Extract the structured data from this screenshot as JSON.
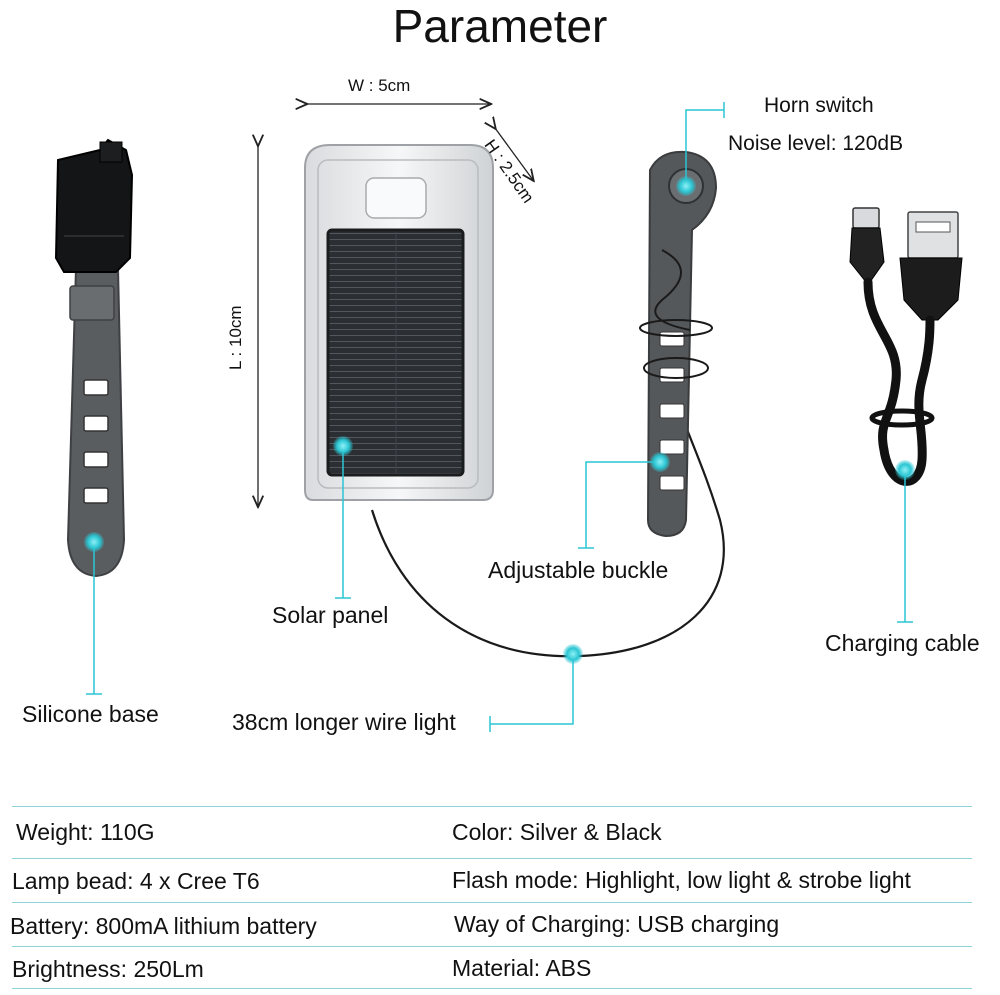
{
  "title": "Parameter",
  "dimensions": {
    "width": "W : 5cm",
    "height": "H : 2.5cm",
    "length": "L : 10cm"
  },
  "callouts": {
    "horn_switch": "Horn switch",
    "noise_level": "Noise level: 120dB",
    "silicone_base": "Silicone base",
    "solar_panel": "Solar panel",
    "adjustable_buckle": "Adjustable buckle",
    "charging_cable": "Charging cable",
    "wire_light": "38cm longer wire light"
  },
  "specs": [
    {
      "left": "Weight: 110G",
      "right": "Color: Silver & Black"
    },
    {
      "left": "Lamp bead: 4 x Cree T6",
      "right": "Flash mode: Highlight, low light & strobe light"
    },
    {
      "left": "Battery: 800mA lithium battery",
      "right": "Way of Charging: USB charging"
    },
    {
      "left": "Brightness: 250Lm",
      "right": "Material: ABS"
    }
  ],
  "colors": {
    "accent": "#2bc6d3",
    "rule": "#8fd3d6",
    "strap": "#56595c",
    "panel": "#2a2d31"
  }
}
